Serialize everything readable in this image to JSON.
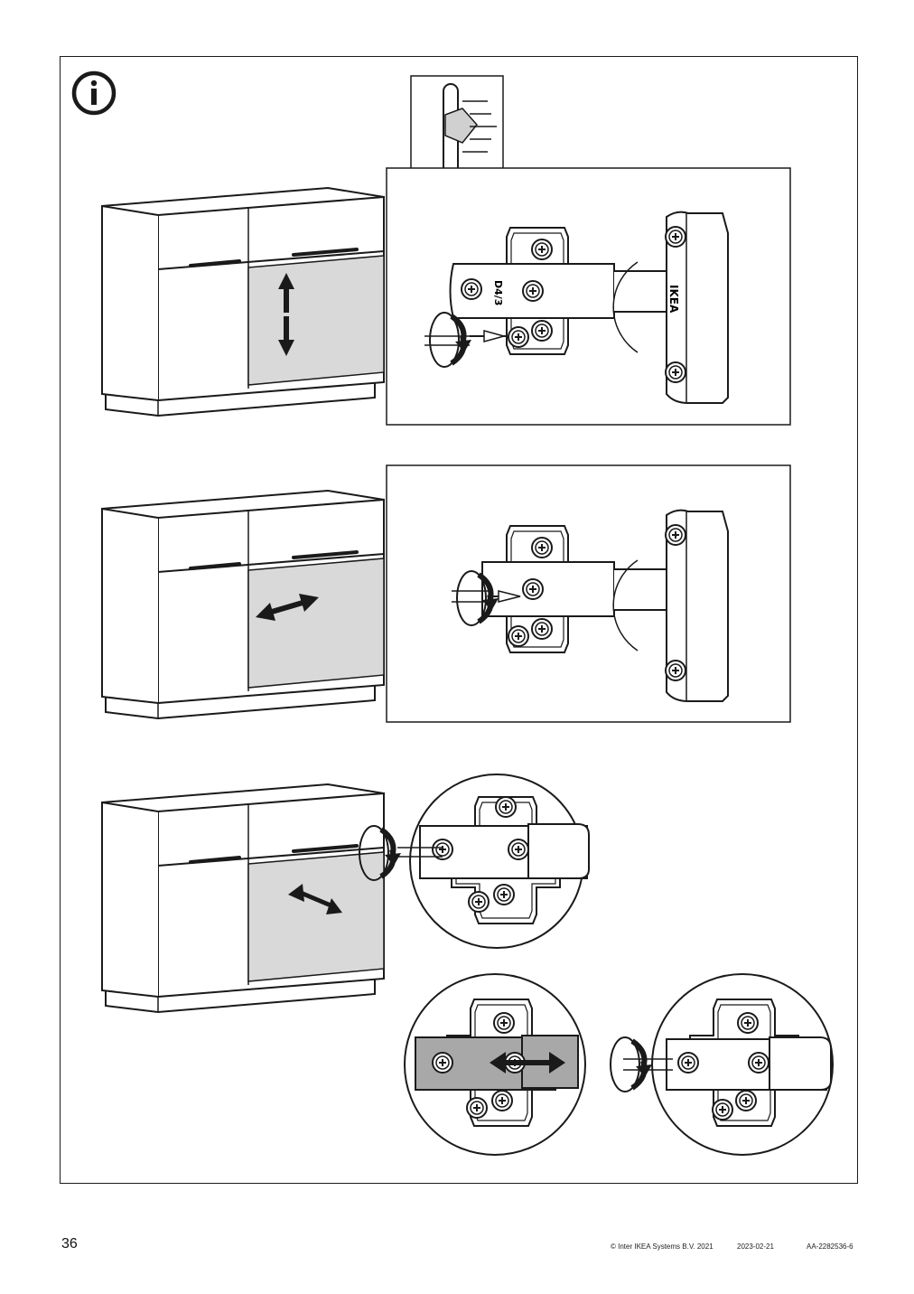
{
  "info_icon": "info-icon",
  "hinge_brand": "IKEA",
  "hinge_marking": "D4/3",
  "colors": {
    "line": "#1a1a1a",
    "door_highlight": "#d9d9d9",
    "hinge_highlight": "#a8a8a8"
  },
  "steps": [
    {
      "adjustment": "vertical",
      "arrow_icon": "up-down-arrow-icon"
    },
    {
      "adjustment": "horizontal",
      "arrow_icon": "left-right-arrow-icon"
    },
    {
      "adjustment": "depth",
      "arrow_icon": "in-out-arrow-icon"
    }
  ],
  "footer": {
    "page_number": "36",
    "copyright": "© Inter IKEA Systems B.V. 2021",
    "date": "2023-02-21",
    "doc_code": "AA-2282536-6"
  }
}
